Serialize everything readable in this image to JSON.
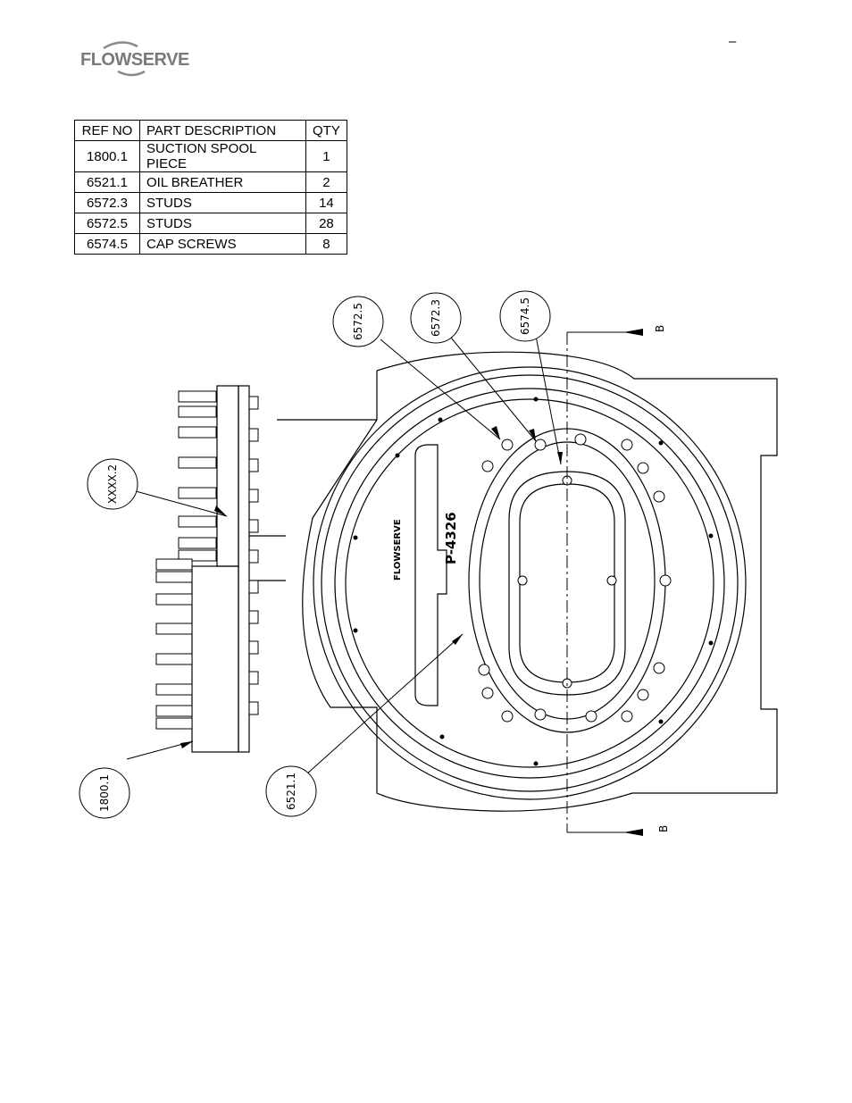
{
  "header": {
    "logo_text": "FLOWSERVE",
    "corner_mark": "–"
  },
  "parts_table": {
    "headers": [
      "REF NO",
      "PART DESCRIPTION",
      "QTY"
    ],
    "rows": [
      [
        "1800.1",
        "SUCTION SPOOL PIECE",
        "1"
      ],
      [
        "6521.1",
        "OIL BREATHER",
        "2"
      ],
      [
        "6572.3",
        "STUDS",
        "14"
      ],
      [
        "6572.5",
        "STUDS",
        "28"
      ],
      [
        "6574.5",
        "CAP SCREWS",
        "8"
      ]
    ]
  },
  "drawing": {
    "balloons": [
      "6572.5",
      "6572.3",
      "6574.5",
      "XXXX.2",
      "1800.1",
      "6521.1"
    ],
    "section_marks": [
      "B",
      "B"
    ],
    "part_number": "P-4326",
    "nameplate_logo": "FLOWSERVE"
  }
}
